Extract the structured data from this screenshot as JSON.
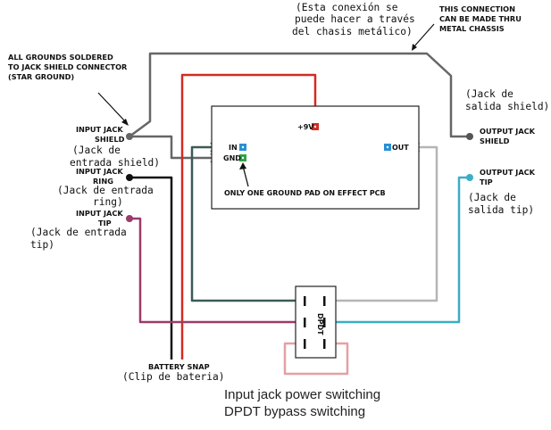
{
  "caption": {
    "line1": "Input jack power switching",
    "line2": "DPDT bypass switching"
  },
  "notes": {
    "chassis_es_1": "(Esta conexión se",
    "chassis_es_2": "puede hacer a través",
    "chassis_es_3": "del chasis metálico)",
    "chassis_en_1": "THIS CONNECTION",
    "chassis_en_2": "CAN BE MADE THRU",
    "chassis_en_3": "METAL CHASSIS",
    "ground_1": "ALL GROUNDS SOLDERED",
    "ground_2": "TO JACK SHIELD CONNECTOR",
    "ground_3": "(STAR GROUND)",
    "one_ground": "ONLY ONE GROUND PAD ON EFFECT PCB"
  },
  "input_jack": {
    "shield_1": "INPUT JACK",
    "shield_2": "SHIELD",
    "shield_es_1": "(Jack de",
    "shield_es_2": "entrada shield)",
    "ring_1": "INPUT JACK",
    "ring_2": "RING",
    "ring_es_1": "(Jack de entrada",
    "ring_es_2": "ring)",
    "tip_1": "INPUT JACK",
    "tip_2": "TIP",
    "tip_es_1": "(Jack de entrada",
    "tip_es_2": "tip)"
  },
  "output_jack": {
    "shield_es_1": "(Jack de",
    "shield_es_2": "salida shield)",
    "shield_1": "OUTPUT JACK",
    "shield_2": "SHIELD",
    "tip_1": "OUTPUT JACK",
    "tip_2": "TIP",
    "tip_es_1": "(Jack de",
    "tip_es_2": "salida tip)"
  },
  "pcb": {
    "pin_in": "IN",
    "pin_gnd": "GND",
    "pin_out": "OUT",
    "pin_9v": "+9V"
  },
  "switch": {
    "label": "DPDT"
  },
  "battery": {
    "label": "BATTERY SNAP",
    "label_es": "(Clip de bateria)"
  },
  "colors": {
    "ground_wire": "#666666",
    "power_wire": "#d42b22",
    "ring_wire": "#111111",
    "input_tip_wire": "#9b3a6c",
    "output_tip_wire": "#3aaec4",
    "output_wire": "#b5b5b5",
    "in_pcb_wire": "#3d5a56",
    "battery_loop": "#e4a0a4",
    "pad_blue": "#2a8fd4",
    "pad_green": "#2fa344",
    "pad_red": "#d42b22"
  }
}
